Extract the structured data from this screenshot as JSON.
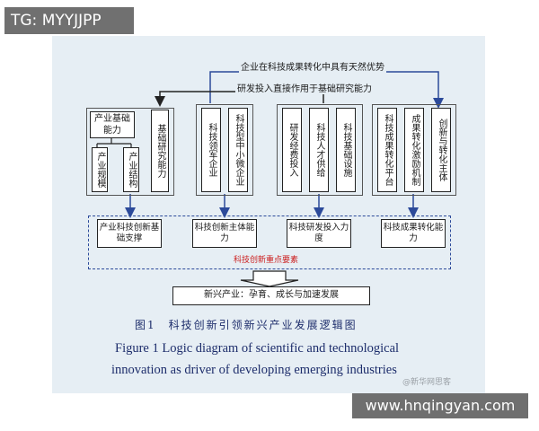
{
  "overlay": {
    "top_left_tag": "TG: MYYJJPP",
    "bottom_right_tag": "www.hnqingyan.com",
    "watermark": "@新华网思客"
  },
  "diagram": {
    "top_label_1": "企业在科技成果转化中具有天然优势",
    "top_label_2": "研发投入直接作用于基础研究能力",
    "group1": {
      "parent": "产业基础能力",
      "child_1": "产业规模",
      "child_2": "产业结构",
      "side": "基础研究能力"
    },
    "group2": {
      "item_1": "科技领军企业",
      "item_2": "科技型中小微企业"
    },
    "group3": {
      "item_1": "研发经费投入",
      "item_2": "科技人才供给",
      "item_3": "科技基础设施"
    },
    "group4": {
      "item_1": "科技成果转化平台",
      "item_2": "成果转化激励机制",
      "item_3": "创新与转化主体"
    },
    "mid_boxes": [
      "产业科技创新基础支撑",
      "科技创新主体能力",
      "科技研发投入力度",
      "科技成果转化能力"
    ],
    "dashed_label": "科技创新重点要素",
    "bottom_box": "新兴产业：孕育、成长与加速发展"
  },
  "caption": {
    "cn": "图1　科技创新引领新兴产业发展逻辑图",
    "en_line1": "Figure 1    Logic diagram of scientific and technological",
    "en_line2": "innovation as driver of developing emerging industries"
  },
  "colors": {
    "arrow": "#2c4a9a",
    "red_label": "#cc2020",
    "caption": "#1d2d6b",
    "panel": "#e6eef4"
  }
}
